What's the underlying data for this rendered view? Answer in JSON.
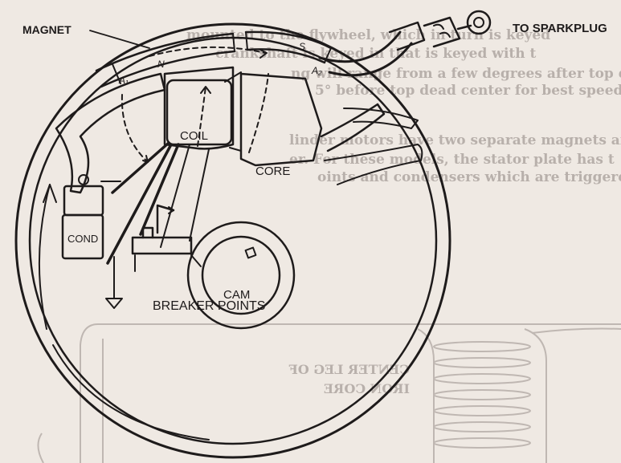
{
  "colors": {
    "paper": "#efe9e3",
    "ink": "#1e1b1b",
    "bleed": "#b8b0ab"
  },
  "labels": {
    "magnet": "MAGNET",
    "to_sparkplug": "TO SPARKPLUG",
    "coil": "COIL",
    "core": "CORE",
    "cond": "COND",
    "cam": "CAM",
    "breaker_points": "BREAKER POINTS",
    "pole_n": "N",
    "pole_s": "S",
    "a1": "A₁",
    "a2": "A₂"
  },
  "bleed_text": {
    "lines": [
      "mounted to the flywheel, which in turn is keyed",
      "crankshaft is keyed in that is keyed with t",
      "ng will range from a few degrees after top de",
      "5° before top dead center for best speed.",
      "linder motors have two separate magnets and",
      "er.  For these models, the stator plate has t",
      "oints and condensers which are triggered by"
    ],
    "mirrored_line_1": "CENTER LEG OF",
    "mirrored_line_2": "IRON CORE"
  }
}
